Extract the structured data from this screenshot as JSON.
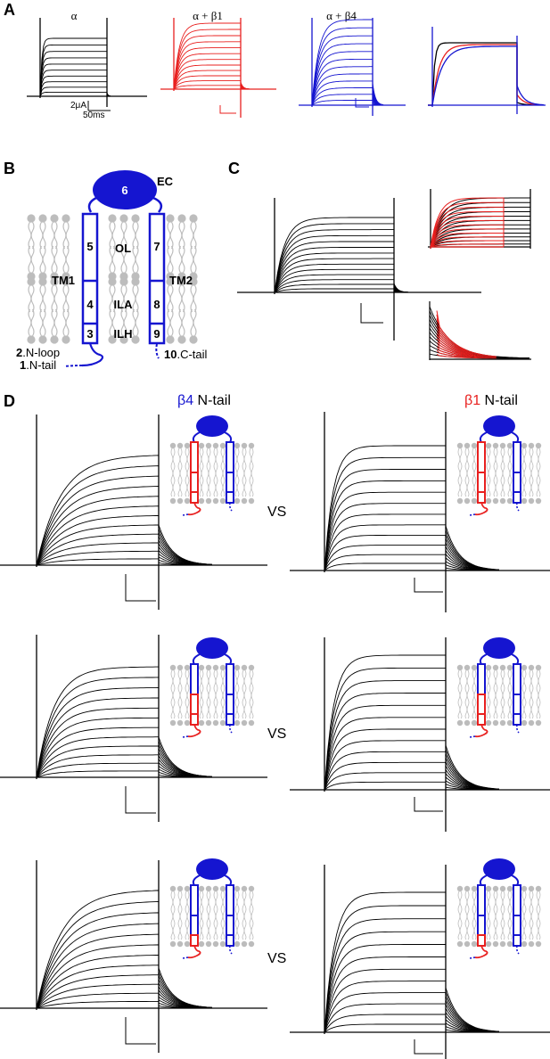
{
  "panels": {
    "A": "A",
    "B": "B",
    "C": "C",
    "D": "D"
  },
  "panel_a": {
    "titles": {
      "alpha": "α",
      "alpha_beta1": "α + β1",
      "alpha_beta4": "α + β4"
    },
    "scale_current": "2μA",
    "scale_time": "50ms"
  },
  "topology": {
    "ec_label": "EC",
    "extracellular_domain": "6",
    "tm1": "TM1",
    "tm2": "TM2",
    "ol": "OL",
    "ila": "ILA",
    "ilh": "ILH",
    "segments": [
      "5",
      "4",
      "3",
      "7",
      "8",
      "9"
    ],
    "n_loop": {
      "num": "2",
      "text": ".N-loop"
    },
    "n_tail": {
      "num": "1",
      "text": ".N-tail"
    },
    "c_tail": {
      "num": "10",
      "text": ".C-tail"
    }
  },
  "panel_d": {
    "left_title": {
      "greek": "β4",
      "rest": " N-tail"
    },
    "right_title": {
      "greek": "β1",
      "rest": " N-tail"
    },
    "vs": "VS"
  },
  "colors": {
    "alpha": "#000000",
    "beta1": "#e8201f",
    "beta4": "#1515d0",
    "membrane": "#bcbcbc"
  },
  "icons": [
    "membrane-topology-icon",
    "chimera-topology-icon"
  ]
}
